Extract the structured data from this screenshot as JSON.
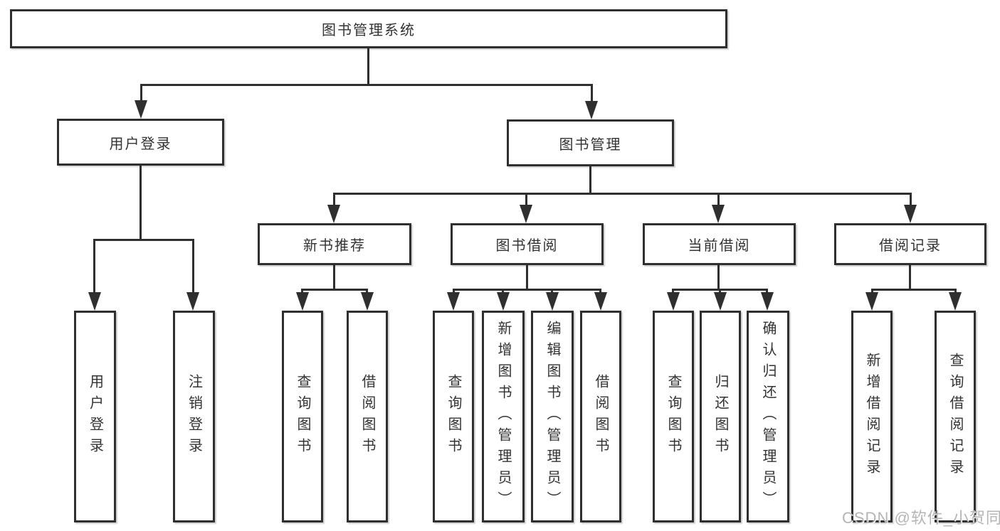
{
  "tree": {
    "root": {
      "label": "图书管理系统"
    },
    "branches": [
      {
        "label": "用户登录",
        "children": [
          {
            "label": "用户登录"
          },
          {
            "label": "注销登录"
          }
        ]
      },
      {
        "label": "图书管理",
        "groups": [
          {
            "label": "新书推荐",
            "children": [
              {
                "label": "查询图书"
              },
              {
                "label": "借阅图书"
              }
            ]
          },
          {
            "label": "图书借阅",
            "children": [
              {
                "label": "查询图书"
              },
              {
                "label": "新增图书（管理员）"
              },
              {
                "label": "编辑图书（管理员）"
              },
              {
                "label": "借阅图书"
              }
            ]
          },
          {
            "label": "当前借阅",
            "children": [
              {
                "label": "查询图书"
              },
              {
                "label": "归还图书"
              },
              {
                "label": "确认归还（管理员）"
              }
            ]
          },
          {
            "label": "借阅记录",
            "children": [
              {
                "label": "新增借阅记录"
              },
              {
                "label": "查询借阅记录"
              }
            ]
          }
        ]
      }
    ]
  },
  "watermark": {
    "text": "CSDN @软件_小贺同学"
  },
  "colors": {
    "line": "#2f2f2f",
    "text": "#333333",
    "watermark": "#a8a8a8",
    "background": "#ffffff"
  }
}
